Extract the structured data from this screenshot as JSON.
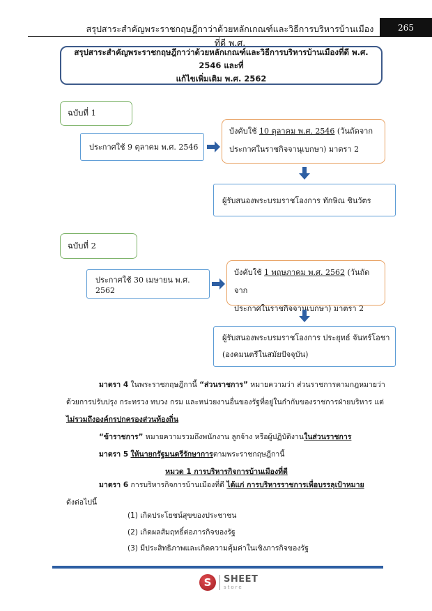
{
  "header": {
    "running_title": "สรุปสาระสำคัญพระราชกฤษฎีกาว่าด้วยหลักเกณฑ์และวิธีการบริหารบ้านเมืองที่ดี พ.ศ.",
    "page_number": "265"
  },
  "title": {
    "line1": "สรุปสาระสำคัญพระราชกฤษฎีกาว่าด้วยหลักเกณฑ์และวิธีการบริหารบ้านเมืองที่ดี พ.ศ. 2546 และที่",
    "line2": "แก้ไขเพิ่มเติม พ.ศ. 2562"
  },
  "edition1": {
    "label": "ฉบับที่ 1",
    "announced": "ประกาศใช้ 9 ตุลาคม พ.ศ. 2546",
    "effective_prefix": "บังคับใช้ ",
    "effective_date": "10 ตุลาคม พ.ศ. 2546",
    "effective_suffix": " (วันถัดจาก",
    "effective_line2": "ประกาศในราชกิจจานุเบกษา)  มาตรา 2",
    "countersigned": "ผู้รับสนองพระบรมราชโองการ ทักษิณ ชินวัตร"
  },
  "edition2": {
    "label": "ฉบับที่ 2",
    "announced": "ประกาศใช้ 30 เมษายน พ.ศ. 2562",
    "effective_prefix": "บังคับใช้ ",
    "effective_date": "1 พฤษภาคม พ.ศ. 2562",
    "effective_suffix": " (วันถัดจาก",
    "effective_line2": "ประกาศในราชกิจจานุเบกษา) มาตรา 2",
    "countersigned_line1": "ผู้รับสนองพระบรมราชโองการ ประยุทธ์ จันทร์โอชา",
    "countersigned_line2": "(องคมนตรีในสมัยปัจจุบัน)"
  },
  "body": {
    "s4_label": "มาตรา 4",
    "s4_text1": " ในพระราชกฤษฎีกานี้ ",
    "s4_term1": "“ส่วนราชการ”",
    "s4_text2": " หมายความว่า ส่วนราชการตามกฎหมายว่า",
    "s4_line2": "ด้วยการปรับปรุง กระทรวง ทบวง กรม และหน่วยงานอื่นของรัฐที่อยู่ในกำกับของราชการฝ่ายบริหาร แต่",
    "s4_line3": "ไม่รวมถึงองค์กรปกครองส่วนท้องถิ่น",
    "s4_term2": "“ข้าราชการ”",
    "s4_term2_text": " หมายความรวมถึงพนักงาน ลูกจ้าง หรือผู้ปฏิบัติงาน",
    "s4_term2_tail": "ในส่วนราชการ",
    "s5_label": "มาตรา 5",
    "s5_space": " ",
    "s5_underlined": "ให้นายกรัฐมนตรีรักษาการ",
    "s5_text": "ตามพระราชกฤษฎีกานี้",
    "chapter": "หมวด 1 การบริหารกิจการบ้านเมืองที่ดี",
    "s6_label": "มาตรา 6",
    "s6_text": " การบริหารกิจการบ้านเมืองที่ดี  ",
    "s6_underlined": "ได้แก่ การบริหารราชการเพื่อบรรลุเป้าหมาย",
    "s6_line2": "ดังต่อไปนี้",
    "items": [
      "(1) เกิดประโยชน์สุขของประชาชน",
      "(2) เกิดผลสัมฤทธิ์ต่อภารกิจของรัฐ",
      "(3) มีประสิทธิภาพและเกิดความคุ้มค่าในเชิงภารกิจของรัฐ"
    ]
  },
  "footer": {
    "logo_letter": "S",
    "brand": "SHEET",
    "brand_sub": "store"
  },
  "colors": {
    "title_border": "#3d5a8a",
    "green_border": "#7fb46b",
    "blue_border": "#5b9bd5",
    "orange_border": "#e8a060",
    "arrow": "#2e5fa3",
    "footer_line": "#2e5fa3",
    "logo_red": "#c0282d"
  }
}
